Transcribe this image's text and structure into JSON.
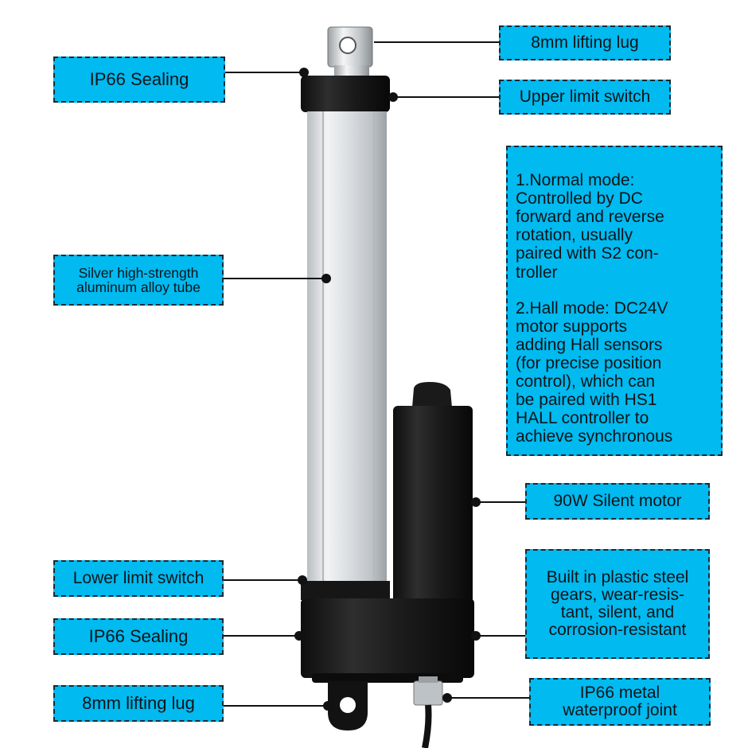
{
  "labels": {
    "top_lug": "8mm lifting lug",
    "ip66_top": "IP66 Sealing",
    "upper_limit": "Upper limit switch",
    "tube": "Silver high-strength\naluminum alloy tube",
    "modes_p1": "1.Normal mode:\nControlled by DC\nforward and reverse\nrotation, usually\npaired with S2 con-\ntroller",
    "modes_p2": "2.Hall mode: DC24V\nmotor supports\nadding Hall sensors\n(for precise position\ncontrol), which can\nbe paired with HS1\nHALL controller to\nachieve synchronous",
    "motor": "90W Silent motor",
    "lower_limit": "Lower limit switch",
    "gears": "Built in plastic steel\ngears, wear-resis-\ntant, silent, and\ncorrosion-resistant",
    "ip66_bottom": "IP66  Sealing",
    "ip66_joint": "IP66 metal\nwaterproof joint",
    "bottom_lug": "8mm lifting lug"
  },
  "colors": {
    "label_fill": "#00baf0",
    "label_border": "#1a2a33",
    "actuator_black": "#1b1b1b",
    "tube_silver": "#cfd3d6"
  }
}
